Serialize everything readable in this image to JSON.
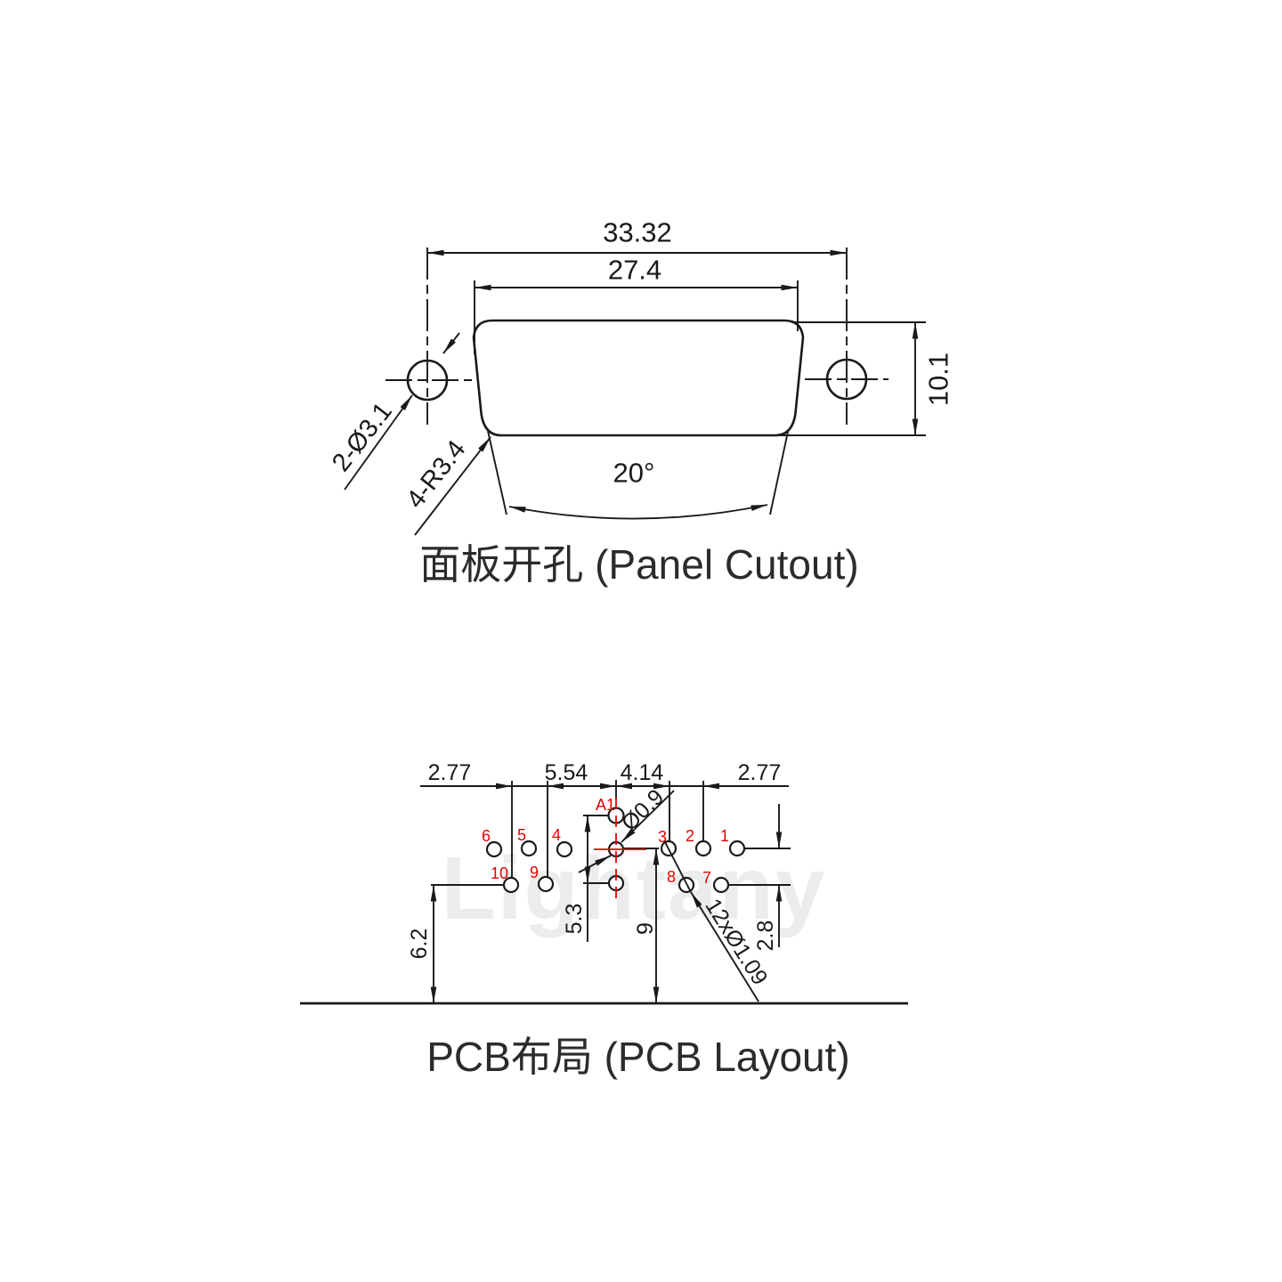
{
  "panel": {
    "title": "面板开孔 (Panel Cutout)",
    "dim_overall_width": "33.32",
    "dim_cutout_width": "27.4",
    "dim_height": "10.1",
    "dim_angle": "20°",
    "dim_mount_holes": "2-Ø3.1",
    "dim_corner_radius": "4-R3.4"
  },
  "pcb": {
    "title": "PCB布局 (PCB Layout)",
    "dim_pitch_left": "2.77",
    "dim_pitch_mid": "5.54",
    "dim_coax_to_pin3": "4.14",
    "dim_pitch_right": "2.77",
    "dim_coax_center_hole": "Ø0.9",
    "dim_coax_span": "5.3",
    "dim_center_row_height": "9",
    "dim_outer_row_height": "6.2",
    "dim_row_spacing": "2.8",
    "dim_signal_holes": "12xØ1.09",
    "pin_a1": "A1",
    "pin_1": "1",
    "pin_2": "2",
    "pin_3": "3",
    "pin_4": "4",
    "pin_5": "5",
    "pin_6": "6",
    "pin_7": "7",
    "pin_8": "8",
    "pin_9": "9",
    "pin_10": "10"
  },
  "watermark": "Lightany",
  "colors": {
    "line": "#1a1a1a",
    "accent_red": "#e60000",
    "watermark": "#ececec",
    "background": "#ffffff"
  }
}
